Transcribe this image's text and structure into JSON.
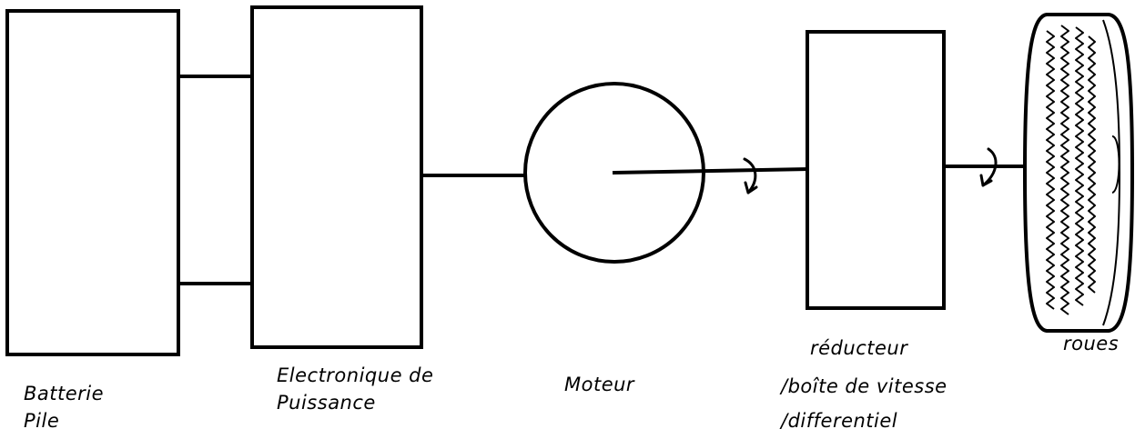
{
  "components": {
    "battery": {
      "lines": [
        "Batterie",
        "Pile"
      ]
    },
    "power_electronics": {
      "lines": [
        "Electronique de",
        "Puissance"
      ]
    },
    "motor": {
      "lines": [
        "Moteur"
      ]
    },
    "reducer": {
      "lines": [
        "réducteur",
        "/boîte de vitesse",
        "/differentiel"
      ]
    },
    "wheels": {
      "lines": [
        "roues"
      ]
    }
  },
  "colors": {
    "ink": "#000000",
    "background": "#ffffff"
  },
  "icons": [
    "rotation-arrow-icon",
    "tire-icon"
  ]
}
